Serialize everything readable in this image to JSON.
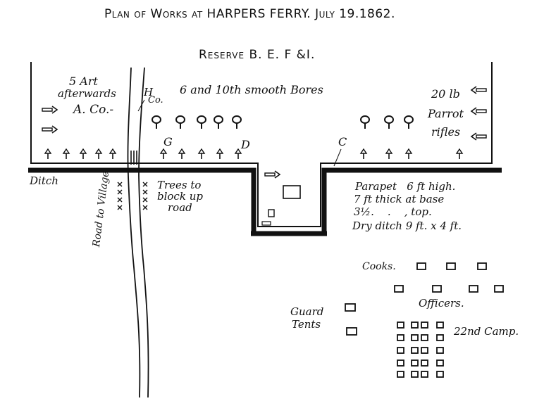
{
  "title": "Plan of Works at HARPERS FERRY. July 19.1862.",
  "reserve": "Reserve B. E. F &I.",
  "labels": {
    "art_line1": "5 Art",
    "art_line2": "afterwards",
    "a_co": "A. Co.-",
    "h": "H",
    "co": "Co.",
    "smooth_bores": "6 and 10th smooth Bores",
    "lb_20": "20 lb",
    "parrot": "Parrot",
    "rifles": "rifles",
    "g": "G",
    "d": "D",
    "c": "C",
    "ditch": "Ditch",
    "trees_1": "Trees to",
    "trees_2": "block up",
    "trees_3": "road",
    "road": "Road to Village",
    "parapet_1": "Parapet   6 ft high.",
    "parapet_2": "7 ft thick at base",
    "parapet_3": "3½.    .    , top.",
    "parapet_4": "Dry ditch 9 ft. x 4 ft.",
    "cooks": "Cooks.",
    "officers": "Officers.",
    "guard_1": "Guard",
    "guard_2": "Tents",
    "camp": "22nd Camp."
  },
  "colors": {
    "ink": "#111111",
    "paper": "#ffffff"
  }
}
